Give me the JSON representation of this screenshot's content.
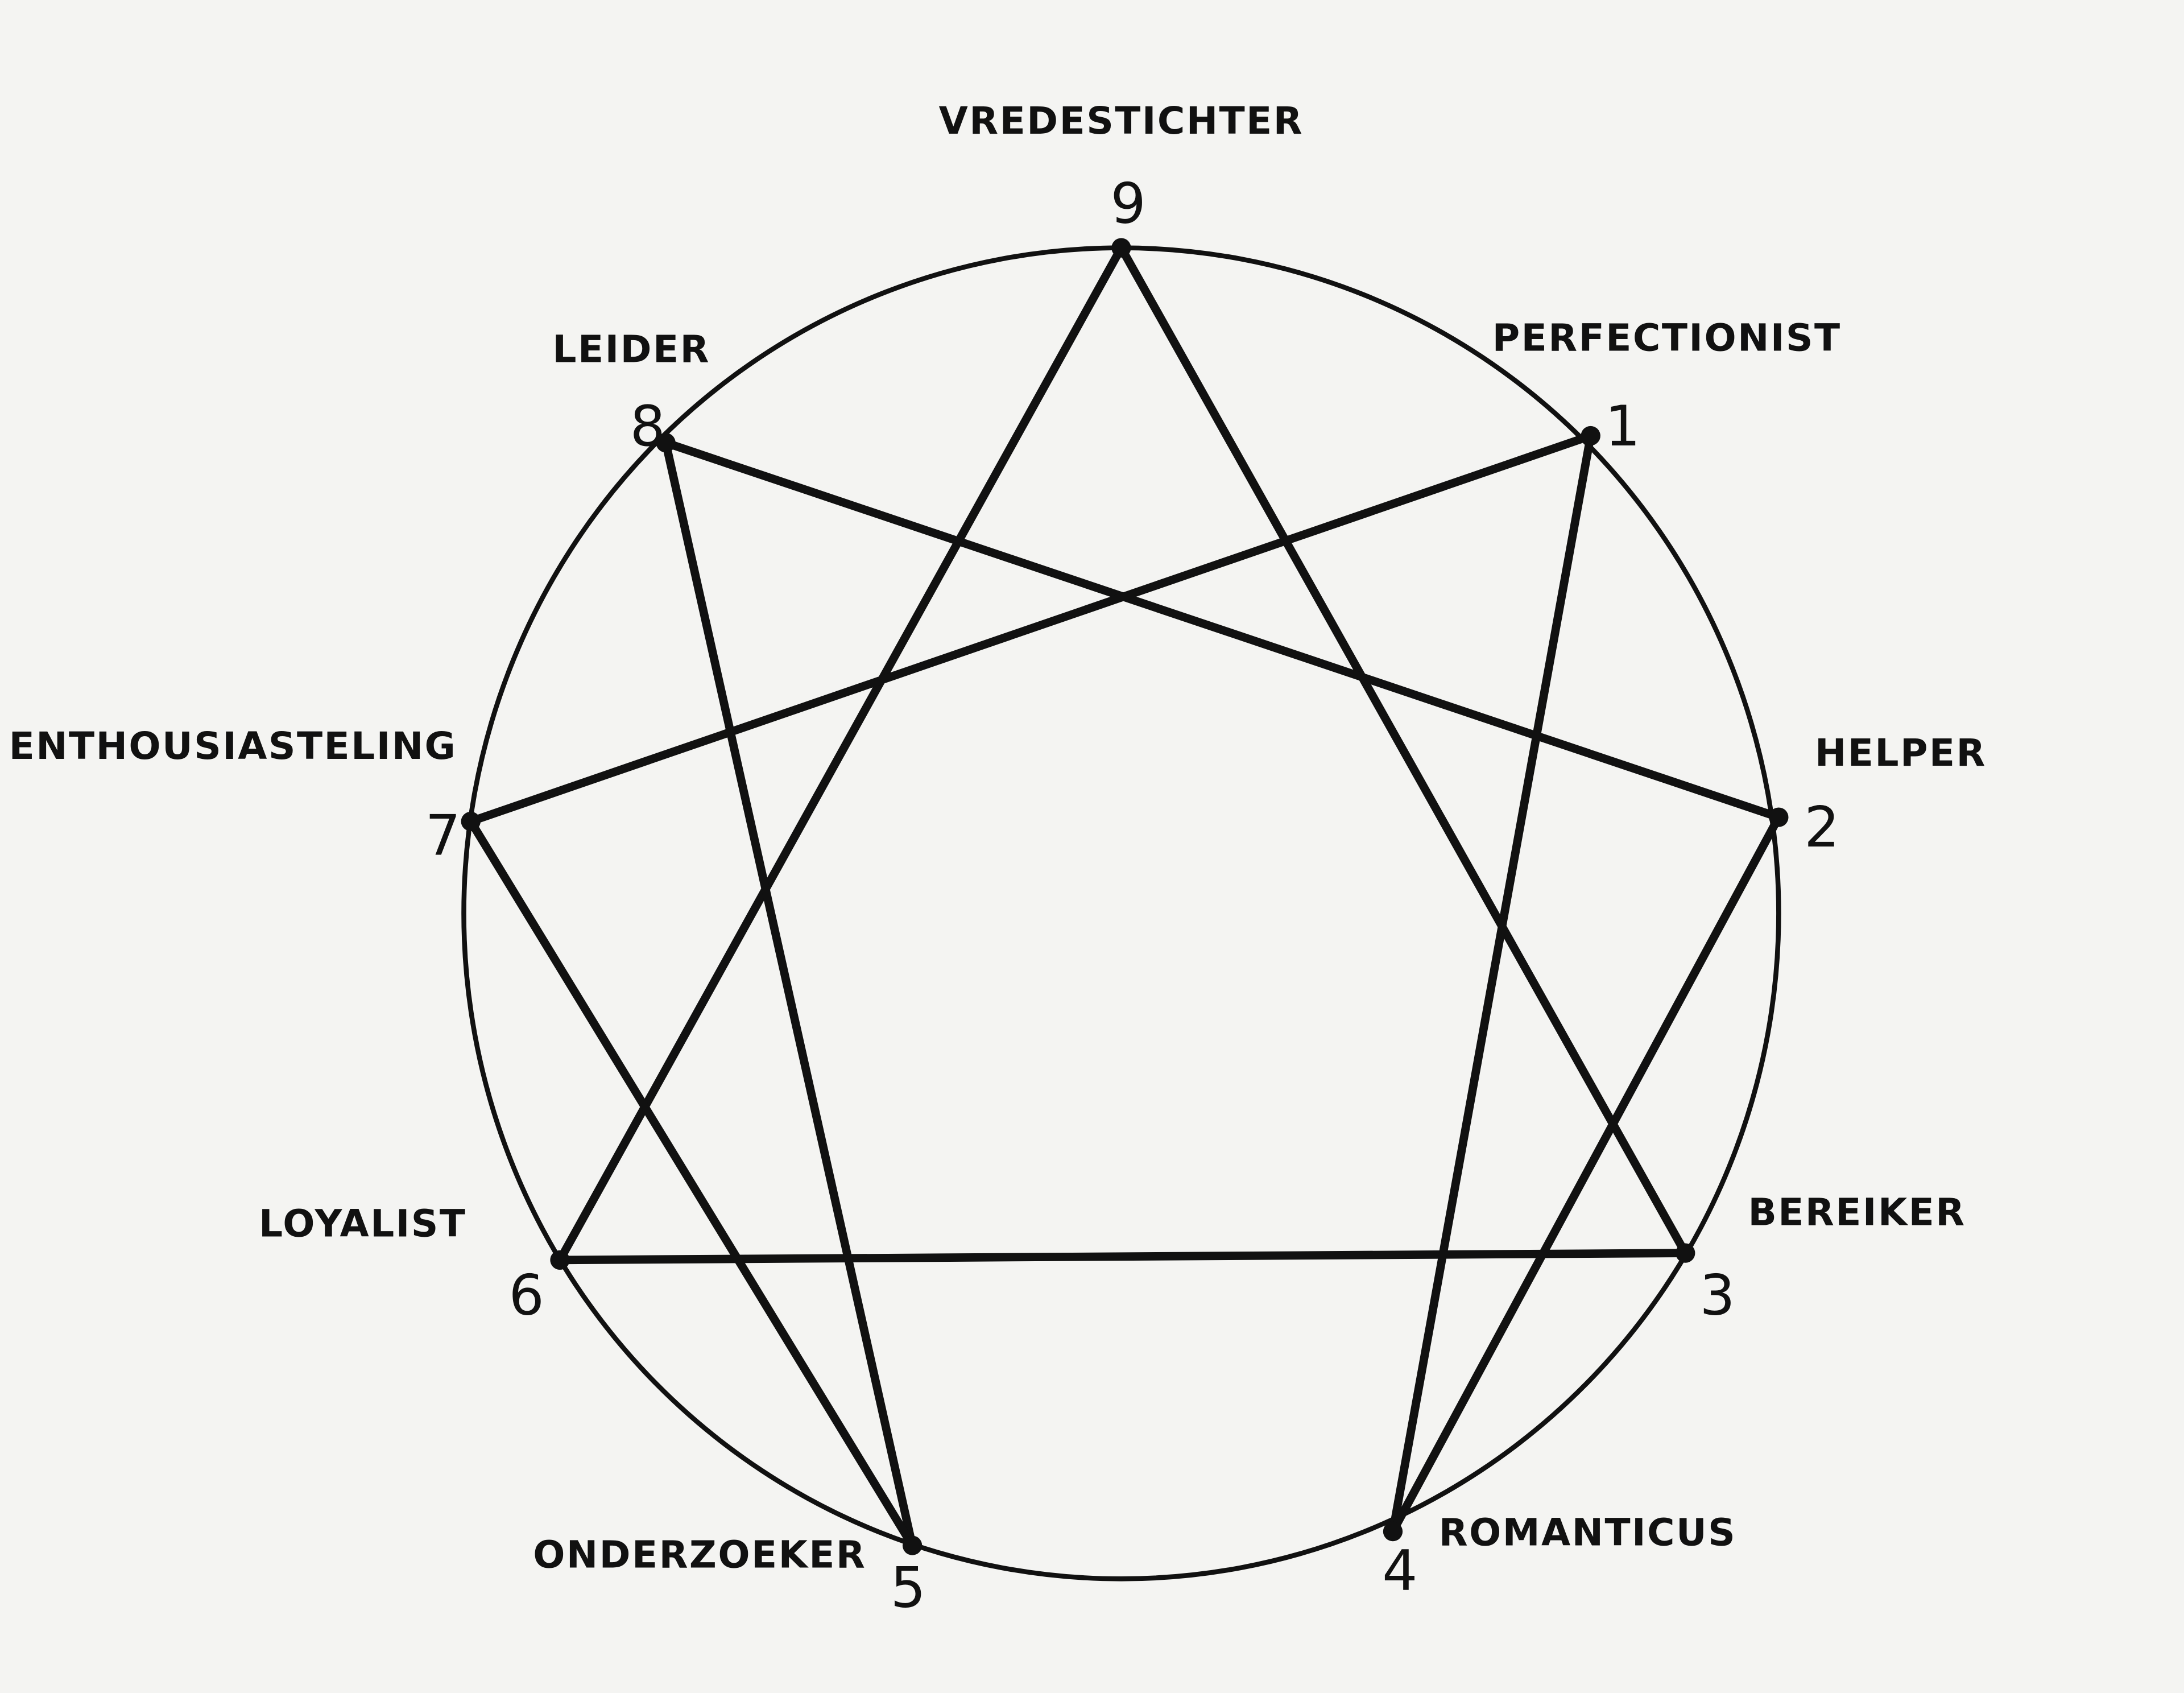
{
  "diagram": {
    "type": "enneagram",
    "types": [
      {
        "number": "1",
        "label": "PERFECTIONIST"
      },
      {
        "number": "2",
        "label": "HELPER"
      },
      {
        "number": "3",
        "label": "BEREIKER"
      },
      {
        "number": "4",
        "label": "ROMANTICUS"
      },
      {
        "number": "5",
        "label": "ONDERZOEKER"
      },
      {
        "number": "6",
        "label": "LOYALIST"
      },
      {
        "number": "7",
        "label": "ENTHOUSIASTELING"
      },
      {
        "number": "8",
        "label": "LEIDER"
      },
      {
        "number": "9",
        "label": "VREDESTICHTER"
      }
    ],
    "connections": [
      [
        9,
        3
      ],
      [
        3,
        6
      ],
      [
        6,
        9
      ],
      [
        1,
        4
      ],
      [
        4,
        2
      ],
      [
        2,
        8
      ],
      [
        8,
        5
      ],
      [
        5,
        7
      ],
      [
        7,
        1
      ]
    ],
    "ink_color": "#111111",
    "paper_color": "#f4f4f2"
  }
}
